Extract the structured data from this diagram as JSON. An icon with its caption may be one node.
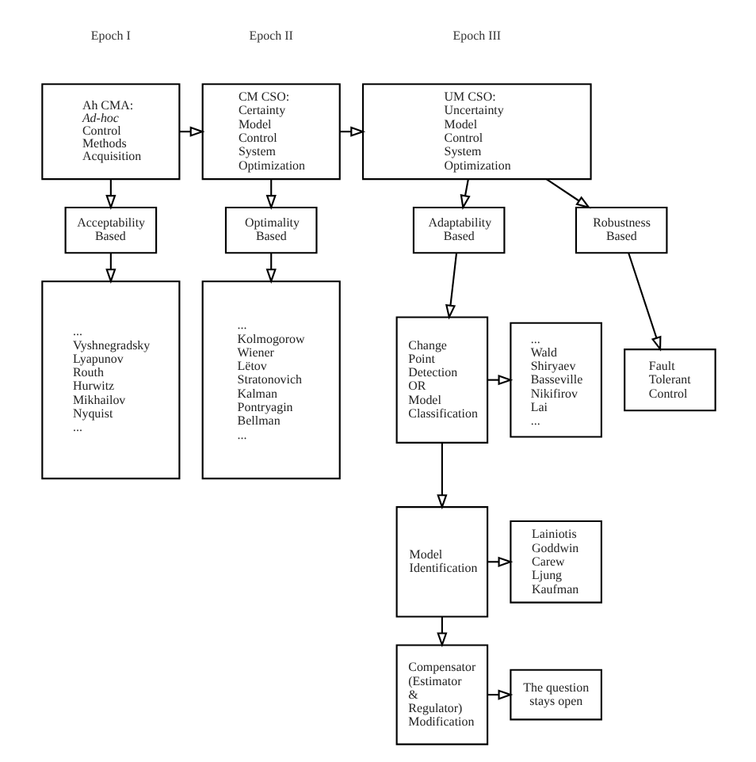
{
  "diagram": {
    "nodes": [
      {
        "text": [
          "Ah CMA: *Ad-hoc* Control Methods Acquisition"
        ]
      },
      {
        "text": [
          "CM CSO: Certainty Model Control System Optimization"
        ]
      },
      {
        "text": [
          "UM CSO: Uncertainty Model Control System Optimization"
        ]
      },
      {
        "text": [
          "Acceptability Based"
        ]
      },
      {
        "text": [
          "Optimality Based"
        ]
      },
      {
        "text": [
          "Adaptability Based"
        ]
      },
      {
        "text": [
          "Robustness Based"
        ]
      },
      {
        "text": [
          "Change Point Detection OR Model Classification"
        ]
      },
      {
        "text": [
          "Fault Tolerant Control"
        ]
      },
      {
        "text": [
          "... Vyshnegradsky Lyapunov Routh Hurwitz Mikhailov Nyquist ..."
        ]
      },
      {
        "text": [
          "... Kolmogorow Wiener Lëtov Stratonovich Kalman Pontryagin Bellman ..."
        ]
      },
      {
        "text": [
          "... Wald Shiryaev Basseville Nikifirov Lai ..."
        ]
      },
      {
        "text": [
          "Model Identification"
        ]
      },
      {
        "text": [
          "Lainiotis Goddwin Carew Ljung Kaufman"
        ]
      },
      {
        "text": [
          "Compensator (Estimator & Regulator) Modification"
        ]
      },
      {
        "text": [
          "The question stays open"
        ]
      }
    ],
    "edges": [
      {
        "from": 0,
        "to": 1,
        "arrow": "to"
      },
      {
        "from": 1,
        "to": 2,
        "arrow": "to"
      },
      {
        "from": 0,
        "to": 3,
        "arrow": "to"
      },
      {
        "from": 1,
        "to": 4,
        "arrow": "to"
      },
      {
        "from": 2,
        "to": 5,
        "arrow": "to"
      },
      {
        "from": 2,
        "to": 6,
        "arrow": "to"
      },
      {
        "from": 3,
        "to": 9,
        "arrow": "to"
      },
      {
        "from": 4,
        "to": 10,
        "arrow": "to"
      },
      {
        "from": 5,
        "to": 7,
        "arrow": "to"
      },
      {
        "from": 6,
        "to": 8,
        "arrow": "to"
      },
      {
        "from": 7,
        "to": 11,
        "arrow": "to"
      },
      {
        "from": 7,
        "to": 12,
        "arrow": "to"
      },
      {
        "from": 12,
        "to": 13,
        "arrow": "to"
      },
      {
        "from": 12,
        "to": 14,
        "arrow": "to"
      },
      {
        "from": 14,
        "to": 15,
        "arrow": "to"
      }
    ],
    "labels": [
      "Epoch I",
      "Epoch II",
      "Epoch III"
    ]
  }
}
